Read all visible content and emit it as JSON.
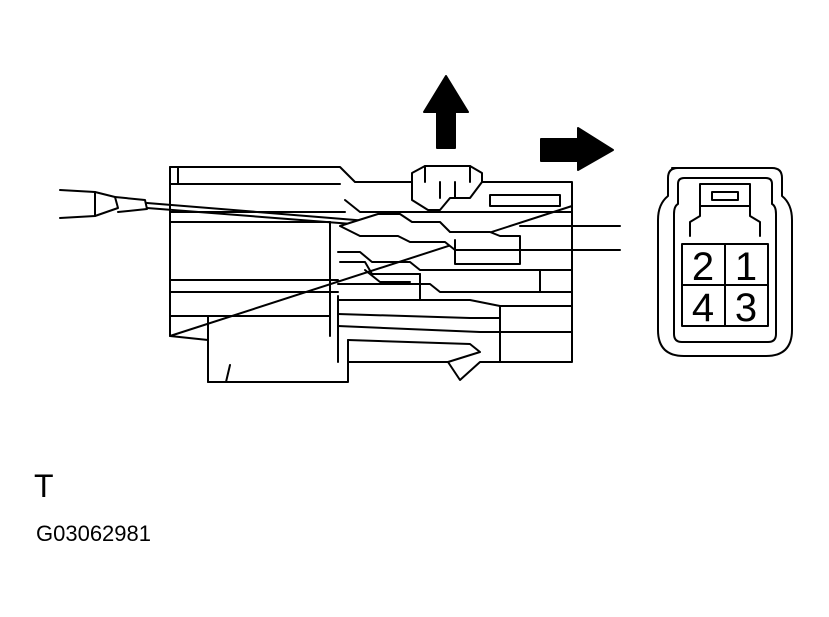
{
  "connector_face": {
    "pins": [
      {
        "id": "pin-2",
        "label": "2"
      },
      {
        "id": "pin-1",
        "label": "1"
      },
      {
        "id": "pin-4",
        "label": "4"
      },
      {
        "id": "pin-3",
        "label": "3"
      }
    ]
  },
  "tool_mark": "T",
  "figure_code": "G03062981",
  "colors": {
    "line": "#000000",
    "background": "#ffffff"
  },
  "icons": [
    "arrow-up-icon",
    "arrow-right-icon"
  ]
}
